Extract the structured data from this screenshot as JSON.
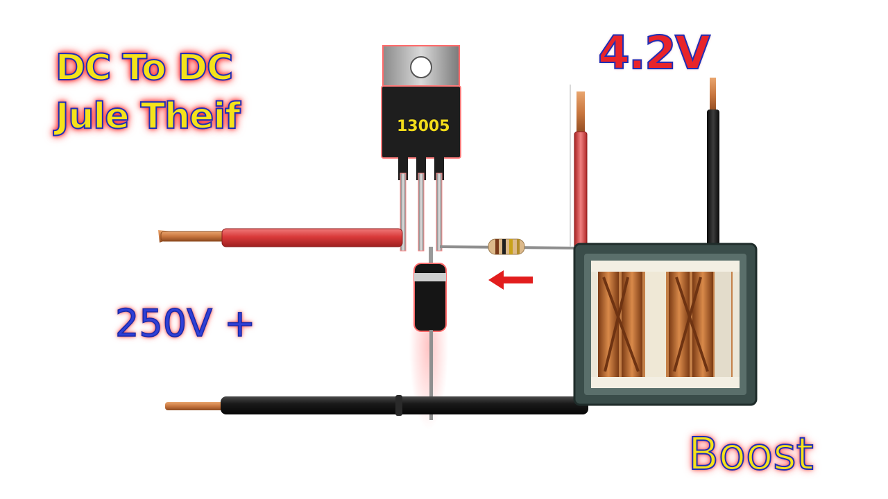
{
  "title": {
    "line1": "DC To DC",
    "line2": "Jule Theif"
  },
  "input_voltage": "4.2V",
  "output_voltage": "250V +",
  "mode_label": "Boost",
  "transistor": {
    "part_number": "13005"
  },
  "colors": {
    "title_fill": "#f5e21a",
    "outline_blue": "#1d2fb8",
    "glow_red": "#ff2a2a",
    "wire_red": "#d93a3a",
    "wire_black": "#1a1a1a",
    "copper": "#c8763f",
    "arrow_red": "#e21d1d"
  },
  "icons": [
    "transistor-icon",
    "diode-icon",
    "resistor-icon",
    "transformer-icon",
    "arrow-left-icon"
  ]
}
